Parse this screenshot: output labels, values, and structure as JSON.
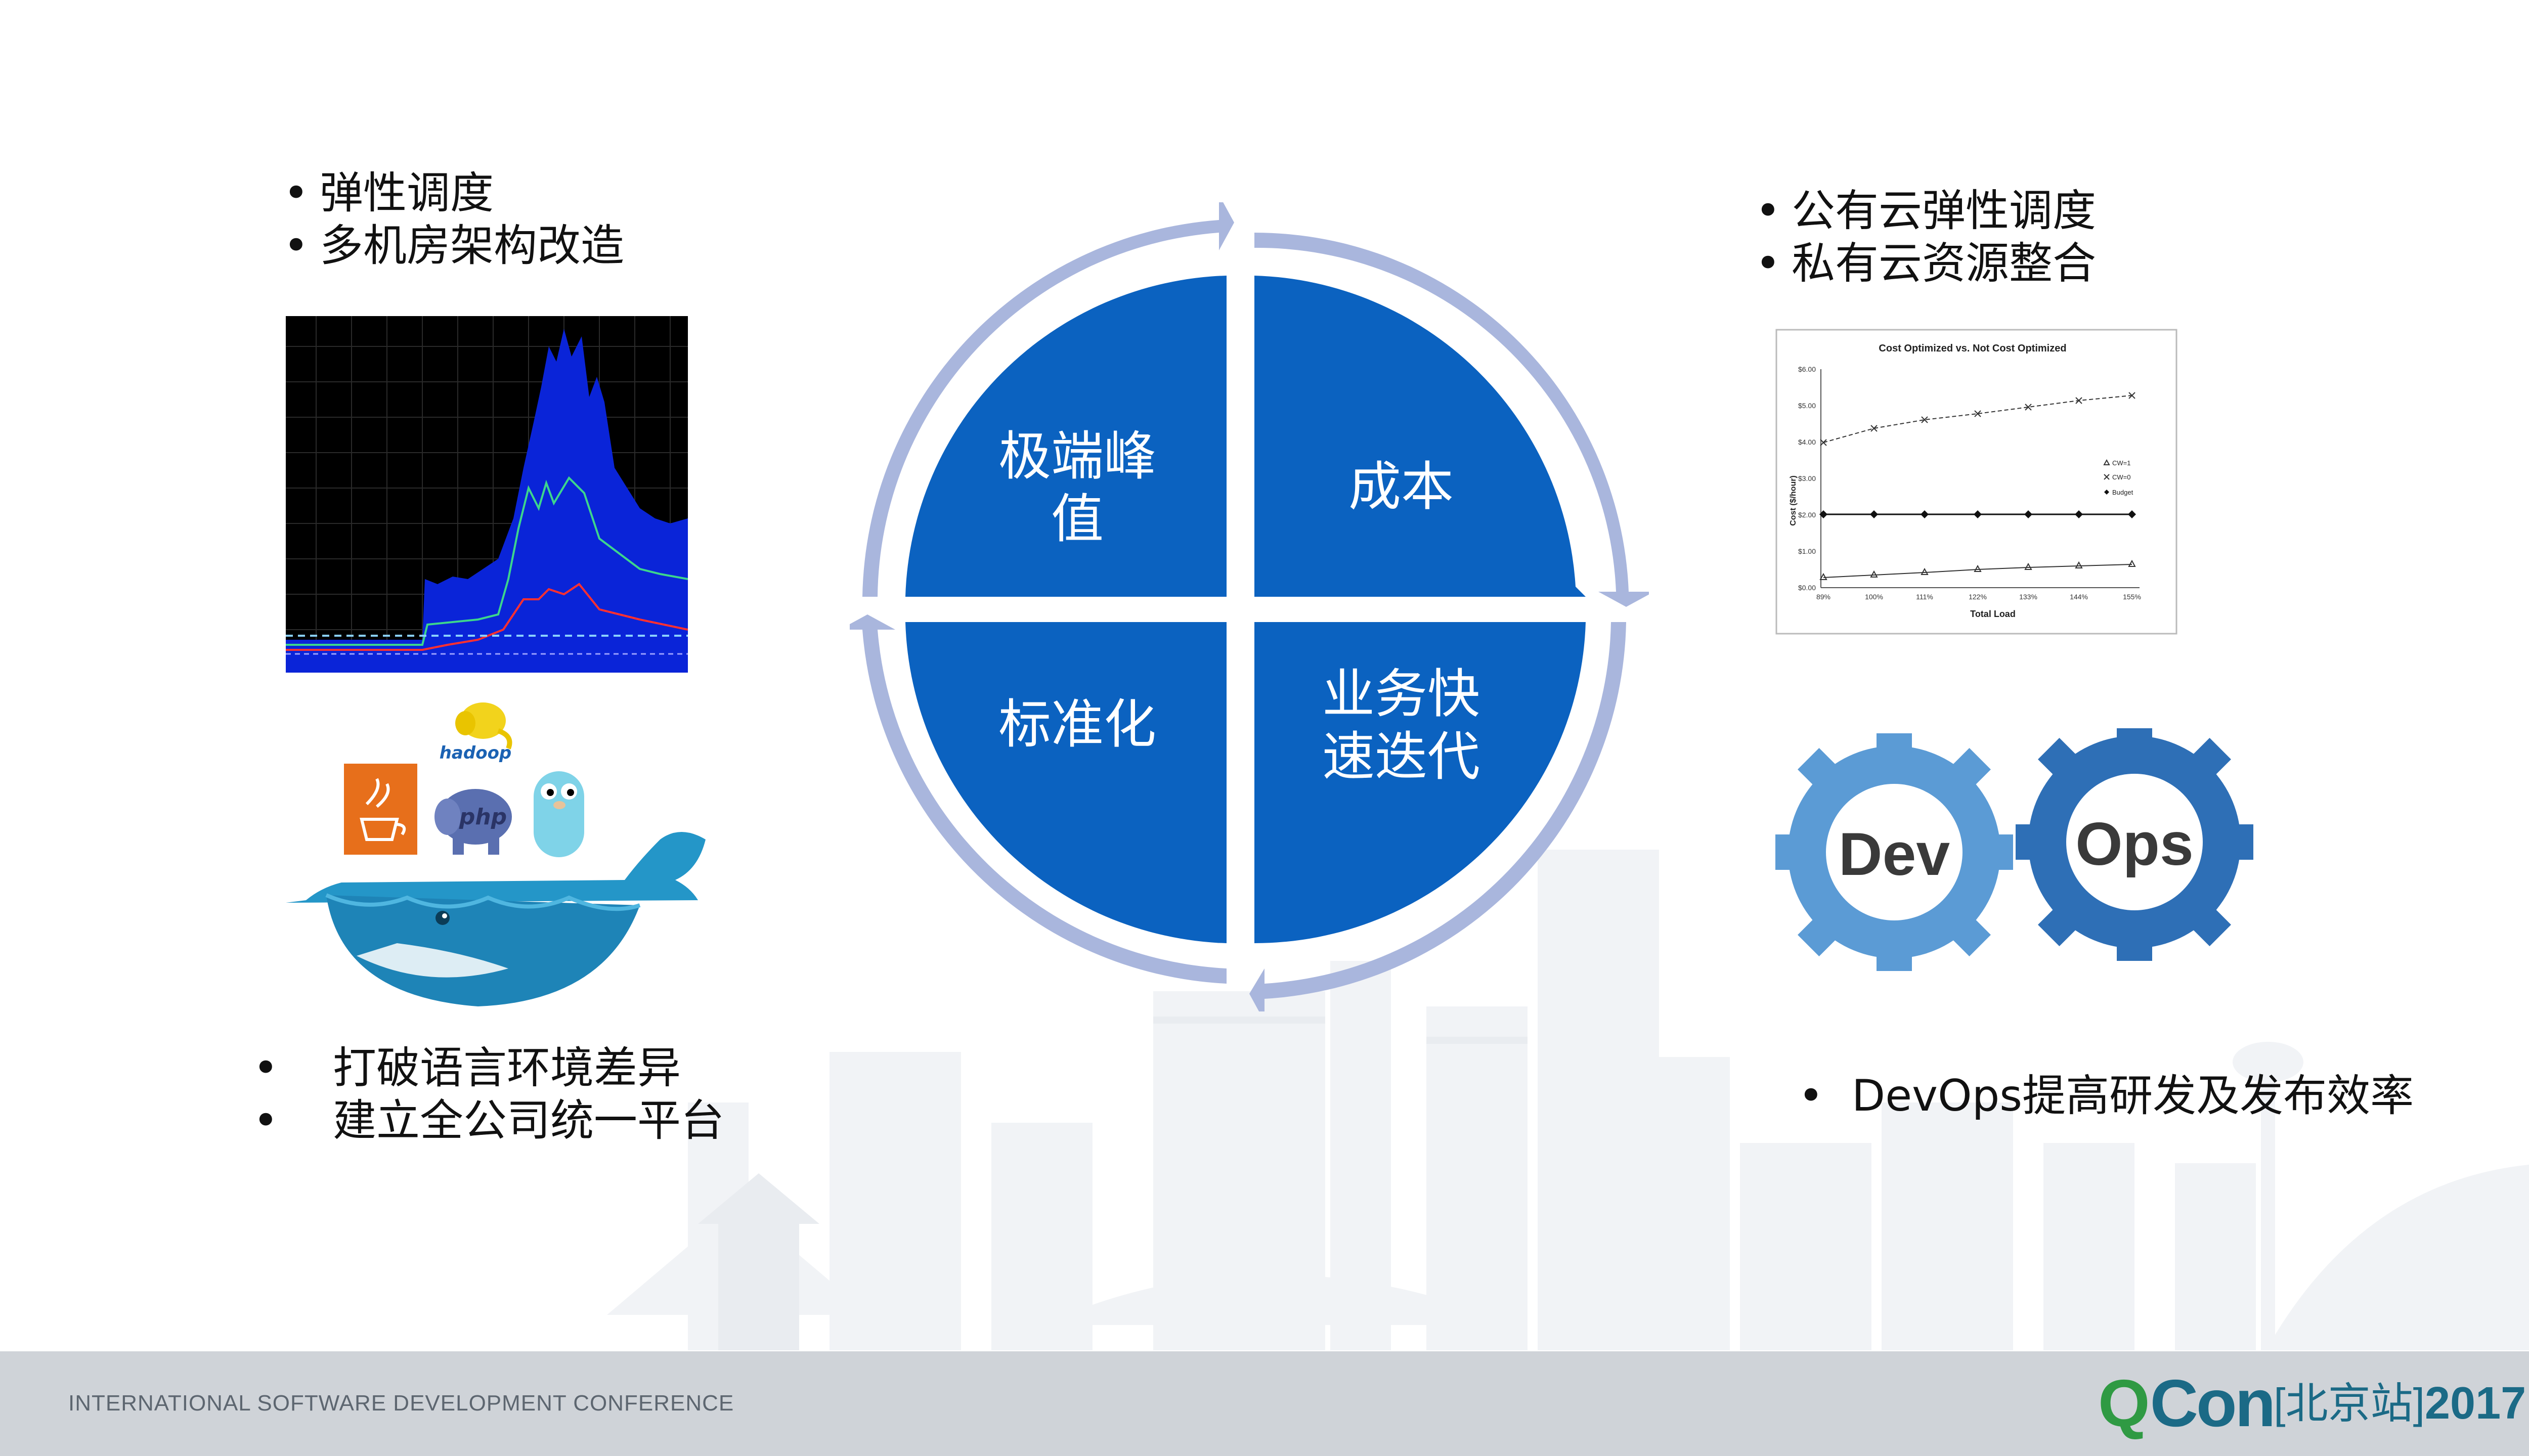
{
  "left_top_bullets": [
    "弹性调度",
    "多机房架构改造"
  ],
  "right_top_bullets": [
    "公有云弹性调度",
    "私有云资源整合"
  ],
  "left_bottom_bullets": [
    "打破语言环境差异",
    "建立全公司统一平台"
  ],
  "right_bottom_bullets": [
    "DevOps提高研发及发布效率"
  ],
  "cycle": {
    "top_left": "极端峰\n值",
    "top_right": "成本",
    "bottom_left": "标准化",
    "bottom_right": "业务快\n速迭代"
  },
  "cost_chart": {
    "title": "Cost Optimized vs. Not Cost Optimized",
    "y_label": "Cost ($/hour)",
    "x_label": "Total Load",
    "y_ticks": [
      "$6.00",
      "$5.00",
      "$4.00",
      "$3.00",
      "$2.00",
      "$1.00",
      "$0.00"
    ],
    "x_ticks": [
      "89%",
      "100%",
      "111%",
      "122%",
      "133%",
      "144%",
      "155%"
    ],
    "legend": [
      "CW=1",
      "CW=0",
      "Budget"
    ]
  },
  "docker_icons": {
    "hadoop_label": "hadoop",
    "php_label": "php"
  },
  "devops": {
    "dev": "Dev",
    "ops": "Ops"
  },
  "footer": {
    "conference": "INTERNATIONAL SOFTWARE DEVELOPMENT CONFERENCE",
    "logo_q": "Q",
    "logo_con": "Con",
    "logo_city": "[北京站]",
    "logo_year": "2017"
  },
  "colors": {
    "quadrant_blue": "#0b62c0",
    "arrow_light": "#a9b6dd",
    "docker_blue": "#2496c8",
    "gear_light": "#5b9bd5",
    "gear_dark": "#2e6fb6",
    "footer_bg": "#cfd3d8",
    "qcon_green": "#2f9a43",
    "qcon_blue": "#1b6a86"
  }
}
